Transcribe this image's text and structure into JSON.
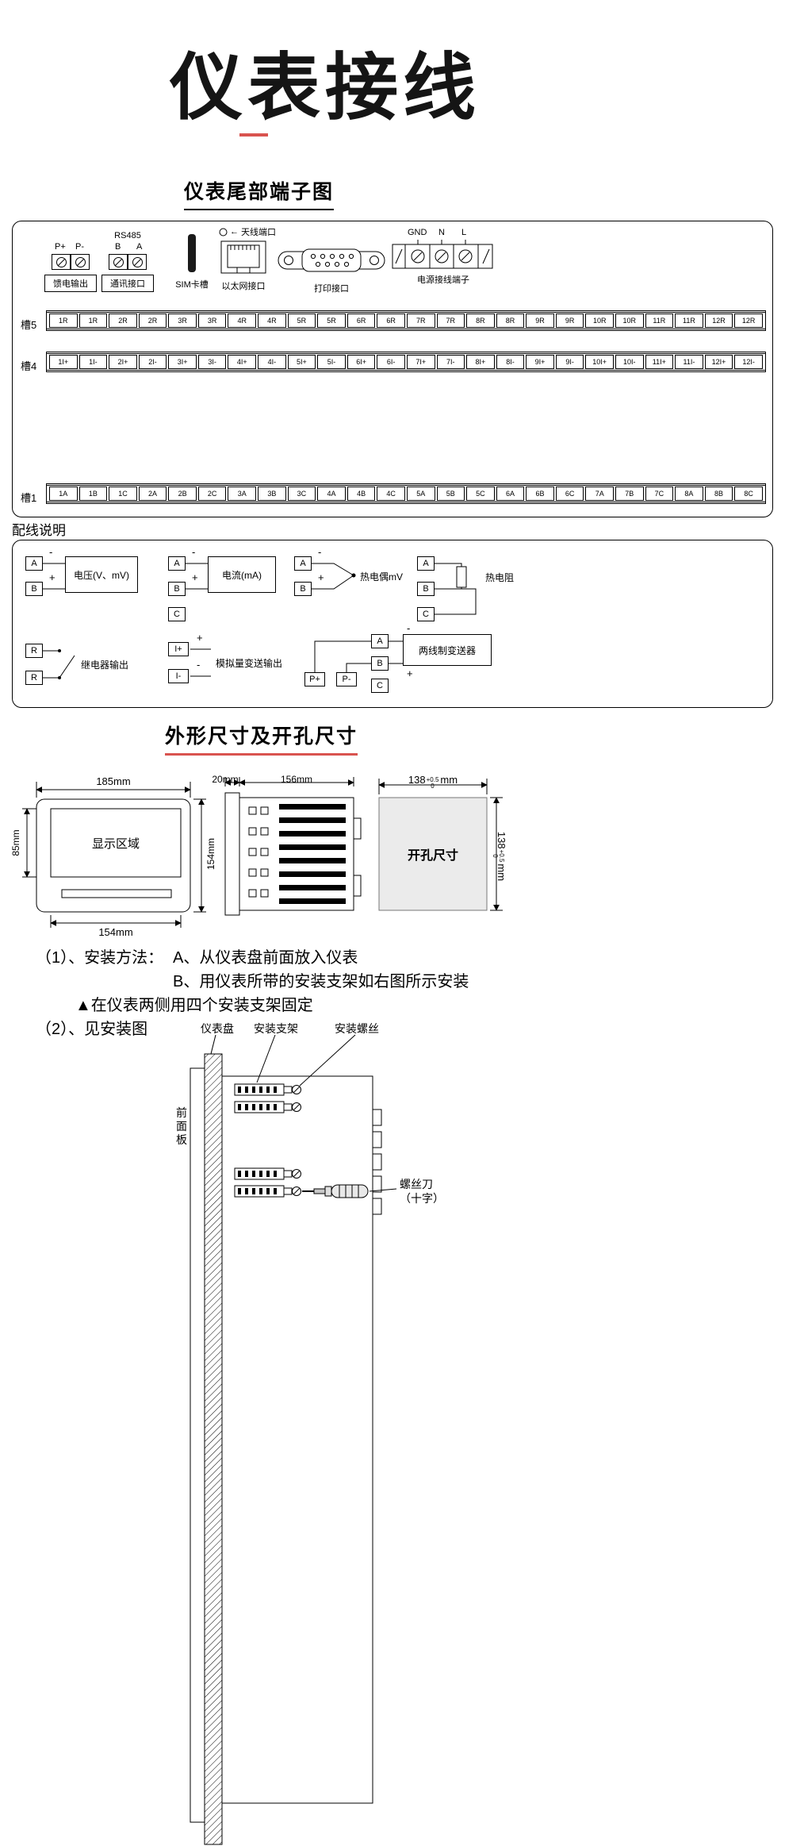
{
  "page": {
    "title": "仪表接线",
    "accent_red": "#d9534f",
    "line_color": "#000000"
  },
  "sections": {
    "terminal_title": "仪表尾部端子图",
    "wiring_title": "配线说明",
    "dims_title": "外形尺寸及开孔尺寸"
  },
  "connectors": {
    "feed": {
      "pins": [
        "P+",
        "P-"
      ],
      "caption": "馈电输出"
    },
    "comm": {
      "heading": "RS485",
      "pins": [
        "B",
        "A"
      ],
      "caption": "通讯接口"
    },
    "sim": {
      "caption": "SIM卡槽"
    },
    "ethernet": {
      "arrow": "←",
      "antenna_label": "天线端口",
      "caption": "以太网接口"
    },
    "printer": {
      "caption": "打印接口"
    },
    "power": {
      "pins": [
        "GND",
        "N",
        "L"
      ],
      "caption": "电源接线端子"
    }
  },
  "slots": [
    {
      "name": "槽5",
      "terminals": [
        "1R",
        "1R",
        "2R",
        "2R",
        "3R",
        "3R",
        "4R",
        "4R",
        "5R",
        "5R",
        "6R",
        "6R",
        "7R",
        "7R",
        "8R",
        "8R",
        "9R",
        "9R",
        "10R",
        "10R",
        "11R",
        "11R",
        "12R",
        "12R"
      ]
    },
    {
      "name": "槽4",
      "terminals": [
        "1I+",
        "1I-",
        "2I+",
        "2I-",
        "3I+",
        "3I-",
        "4I+",
        "4I-",
        "5I+",
        "5I-",
        "6I+",
        "6I-",
        "7I+",
        "7I-",
        "8I+",
        "8I-",
        "9I+",
        "9I-",
        "10I+",
        "10I-",
        "11I+",
        "11I-",
        "12I+",
        "12I-"
      ]
    },
    {
      "name": "槽1",
      "terminals": [
        "1A",
        "1B",
        "1C",
        "2A",
        "2B",
        "2C",
        "3A",
        "3B",
        "3C",
        "4A",
        "4B",
        "4C",
        "5A",
        "5B",
        "5C",
        "6A",
        "6B",
        "6C",
        "7A",
        "7B",
        "7C",
        "8A",
        "8B",
        "8C"
      ]
    }
  ],
  "wiring": {
    "voltage": {
      "terms": [
        "A",
        "B"
      ],
      "neg": "-",
      "pos": "+",
      "label": "电压(V、mV)"
    },
    "current": {
      "terms": [
        "A",
        "B",
        "C"
      ],
      "neg": "-",
      "pos": "+",
      "label": "电流(mA)"
    },
    "thermocouple": {
      "terms": [
        "A",
        "B"
      ],
      "neg": "-",
      "pos": "+",
      "label": "热电偶mV"
    },
    "rtd": {
      "terms": [
        "A",
        "B",
        "C"
      ],
      "label": "热电阻"
    },
    "relay": {
      "terms": [
        "R",
        "R"
      ],
      "label": "继电器输出"
    },
    "analog_out": {
      "terms": [
        "I+",
        "I-"
      ],
      "pos": "+",
      "neg": "-",
      "label": "模拟量变送输出"
    },
    "transmitter": {
      "terms": [
        "A",
        "B",
        "C"
      ],
      "power_terms": [
        "P+",
        "P-"
      ],
      "neg": "-",
      "pos": "+",
      "label": "两线制变送器"
    }
  },
  "dimensions": {
    "front": {
      "top_width": "185mm",
      "display_height": "85mm",
      "display_label": "显示区域",
      "bottom_width": "154mm",
      "side_height": "154mm"
    },
    "side": {
      "bezel_depth": "20mm",
      "body_depth": "156mm"
    },
    "cutout": {
      "label": "开孔尺寸",
      "width_val": "138",
      "width_tol_top": "+0.5",
      "width_tol_bot": "0",
      "width_unit": "mm",
      "height_val": "138",
      "height_tol_top": "+0.5",
      "height_tol_bot": "0",
      "height_unit": "mm"
    }
  },
  "install": {
    "line1_no": "（1）、安装方法：",
    "line1_a": "A、从仪表盘前面放入仪表",
    "line1_b": "B、用仪表所带的安装支架如右图所示安装",
    "note": "▲在仪表两侧用四个安装支架固定",
    "line2": "（2）、见安装图",
    "labels": {
      "panel": "仪表盘",
      "bracket": "安装支架",
      "screw": "安装螺丝",
      "front_panel": "前面板",
      "screwdriver_l1": "螺丝刀",
      "screwdriver_l2": "（十字）"
    }
  }
}
